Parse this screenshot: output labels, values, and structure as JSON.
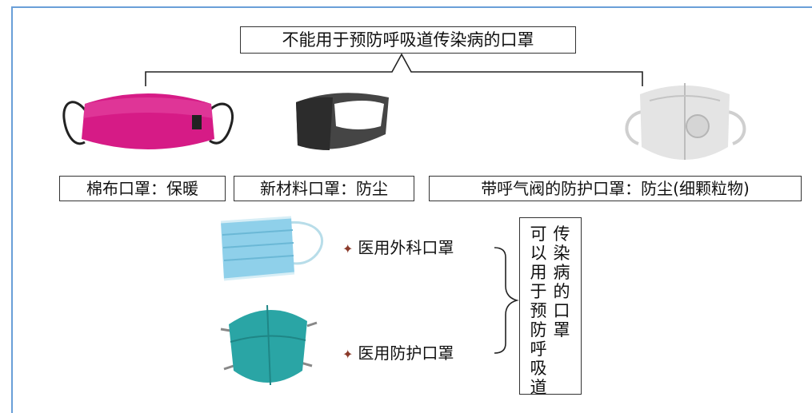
{
  "title": "不能用于预防呼吸道传染病的口罩",
  "masks_top": [
    {
      "label": "棉布口罩：保暖",
      "icon": "cotton-mask-icon",
      "color": "#d61b86"
    },
    {
      "label": "新材料口罩：防尘",
      "icon": "sponge-mask-icon",
      "color": "#444444"
    },
    {
      "label": "带呼气阀的防护口罩：防尘(细颗粒物)",
      "icon": "valve-mask-icon",
      "color": "#e4e4e4"
    }
  ],
  "masks_bottom": [
    {
      "label": "医用外科口罩",
      "icon": "surgical-mask-icon",
      "color": "#8fd0ea"
    },
    {
      "label": "医用防护口罩",
      "icon": "n95-mask-icon",
      "color": "#2aa5a5"
    }
  ],
  "vertical_label": {
    "col_left": "可以用于预防呼吸道",
    "col_right": "传染病的口罩"
  },
  "bullet_symbol": "✦"
}
